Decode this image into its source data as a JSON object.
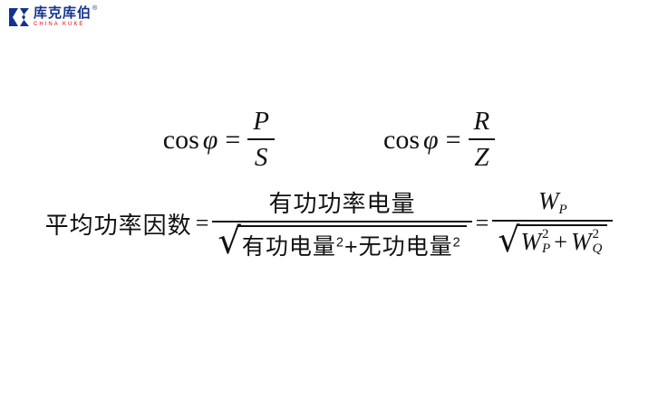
{
  "logo": {
    "brand": "库克库伯",
    "reg": "®",
    "tagline": "CHINA KUKE",
    "brand_color": "#14338d",
    "accent_color": "#e60012"
  },
  "formula_cos_ps": {
    "fn": "cos",
    "var": "φ",
    "eq": "=",
    "num": "P",
    "den": "S"
  },
  "formula_cos_rz": {
    "fn": "cos",
    "var": "φ",
    "eq": "=",
    "num": "R",
    "den": "Z"
  },
  "formula_avg_pf": {
    "label": "平均功率因数",
    "eq1": "=",
    "numerator": "有功功率电量",
    "den_term1": "有功电量",
    "den_term1_sup": "2",
    "den_plus": "+",
    "den_term2": "无功电量",
    "den_term2_sup": "2",
    "eq2": "=",
    "w_num_base": "W",
    "w_num_sub": "P",
    "w_den1_base": "W",
    "w_den1_sub": "P",
    "w_den1_sup": "2",
    "w_den_plus": "+",
    "w_den2_base": "W",
    "w_den2_sub": "Q",
    "w_den2_sup": "2"
  }
}
